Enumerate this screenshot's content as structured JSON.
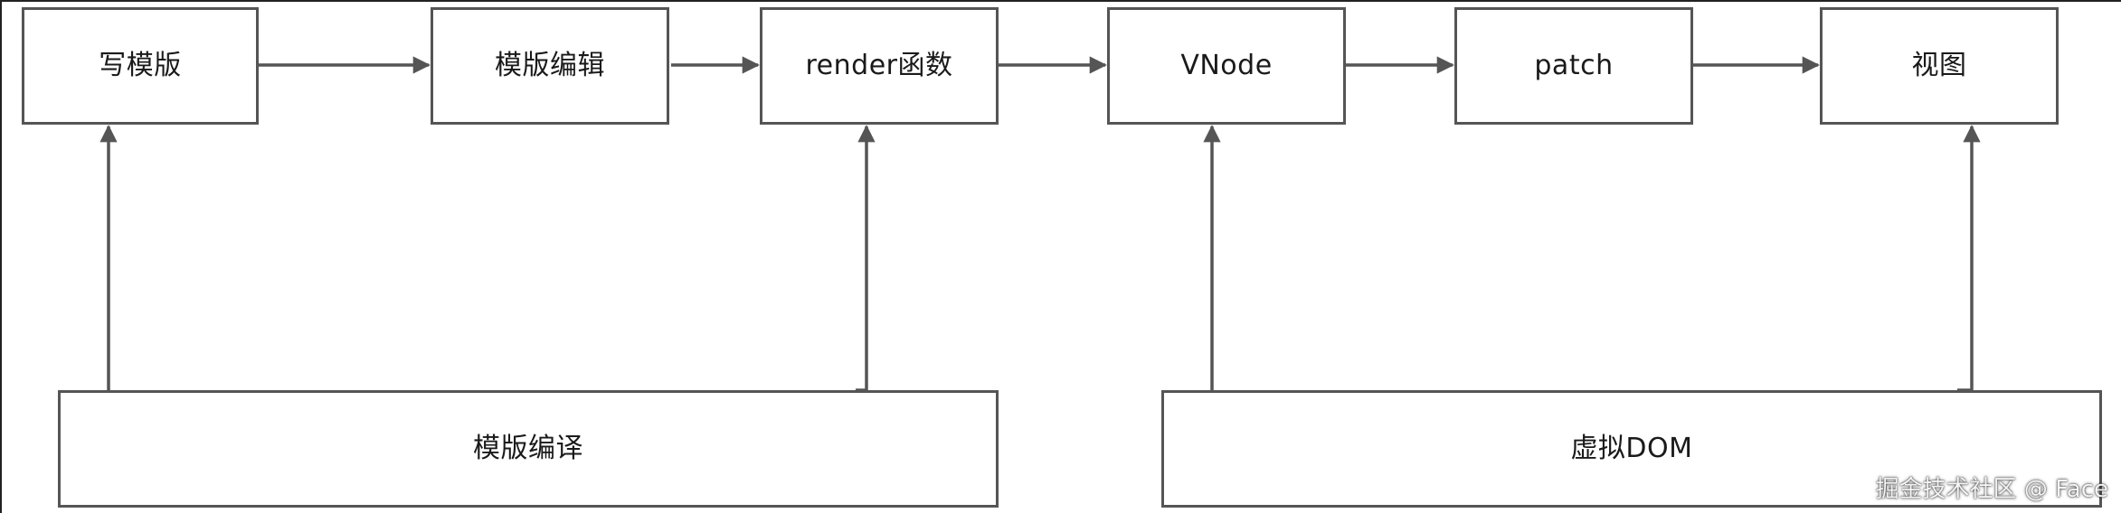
{
  "diagram": {
    "top_row": [
      {
        "id": "write_template",
        "label": "写模版"
      },
      {
        "id": "template_edit",
        "label": "模版编辑"
      },
      {
        "id": "render_function",
        "label": "render函数"
      },
      {
        "id": "vnode",
        "label": "VNode"
      },
      {
        "id": "patch",
        "label": "patch"
      },
      {
        "id": "view",
        "label": "视图"
      }
    ],
    "bottom_row": [
      {
        "id": "template_compile",
        "label": "模版编译"
      },
      {
        "id": "virtual_dom",
        "label": "虚拟DOM"
      }
    ],
    "edges": [
      {
        "from": "write_template",
        "to": "template_edit"
      },
      {
        "from": "template_edit",
        "to": "render_function"
      },
      {
        "from": "render_function",
        "to": "vnode"
      },
      {
        "from": "vnode",
        "to": "patch"
      },
      {
        "from": "patch",
        "to": "view"
      },
      {
        "from": "template_compile",
        "to": "write_template"
      },
      {
        "from": "template_compile",
        "to": "render_function"
      },
      {
        "from": "virtual_dom",
        "to": "vnode"
      },
      {
        "from": "virtual_dom",
        "to": "view"
      }
    ],
    "colors": {
      "box_border": "#555555",
      "arrow": "#555555",
      "background": "#ffffff"
    }
  },
  "watermark": "掘金技术社区 @ Face"
}
